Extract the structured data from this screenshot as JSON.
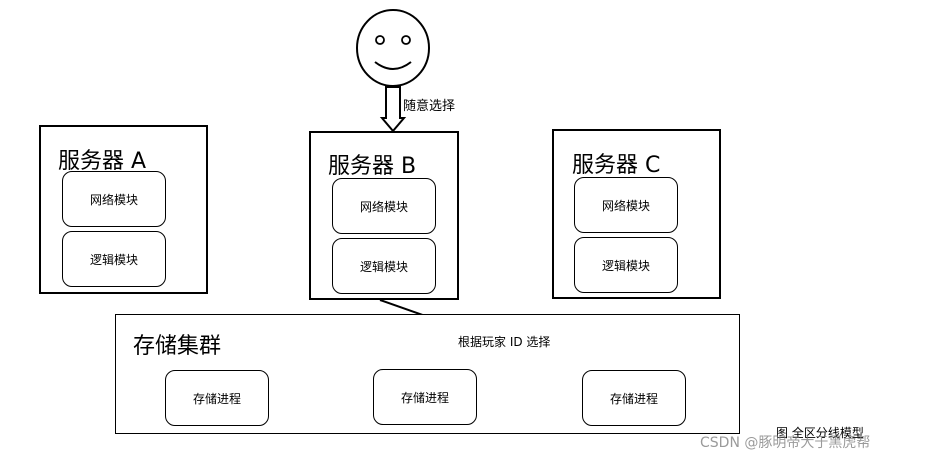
{
  "servers": [
    {
      "title": "服务器 A",
      "network_module": "网络模块",
      "logic_module": "逻辑模块"
    },
    {
      "title": "服务器 B",
      "network_module": "网络模块",
      "logic_module": "逻辑模块"
    },
    {
      "title": "服务器 C",
      "network_module": "网络模块",
      "logic_module": "逻辑模块"
    }
  ],
  "storage_cluster": {
    "title": "存储集群",
    "processes": [
      "存储进程",
      "存储进程",
      "存储进程"
    ]
  },
  "arrows": {
    "random_select_label": "随意选择",
    "by_player_id_label": "根据玩家 ID 选择"
  },
  "caption": "图 全区分线模型",
  "watermark": "CSDN @豚明帝大于黑虎帮"
}
